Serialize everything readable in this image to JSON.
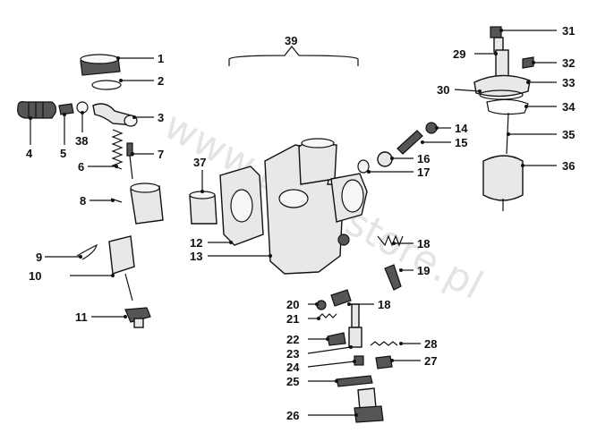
{
  "watermark": "www.BMWstore.pl",
  "labels": {
    "n1": "1",
    "n2": "2",
    "n3": "3",
    "n4": "4",
    "n5": "5",
    "n6": "6",
    "n7": "7",
    "n8": "8",
    "n9": "9",
    "n10": "10",
    "n11": "11",
    "n12": "12",
    "n13": "13",
    "n14": "14",
    "n15": "15",
    "n16": "16",
    "n17": "17",
    "n18": "18",
    "n18b": "18",
    "n19": "19",
    "n20": "20",
    "n21": "21",
    "n22": "22",
    "n23": "23",
    "n24": "24",
    "n25": "25",
    "n26": "26",
    "n27": "27",
    "n28": "28",
    "n29": "29",
    "n30": "30",
    "n31": "31",
    "n32": "32",
    "n33": "33",
    "n34": "34",
    "n35": "35",
    "n36": "36",
    "n37": "37",
    "n38": "38",
    "n39": "39"
  }
}
